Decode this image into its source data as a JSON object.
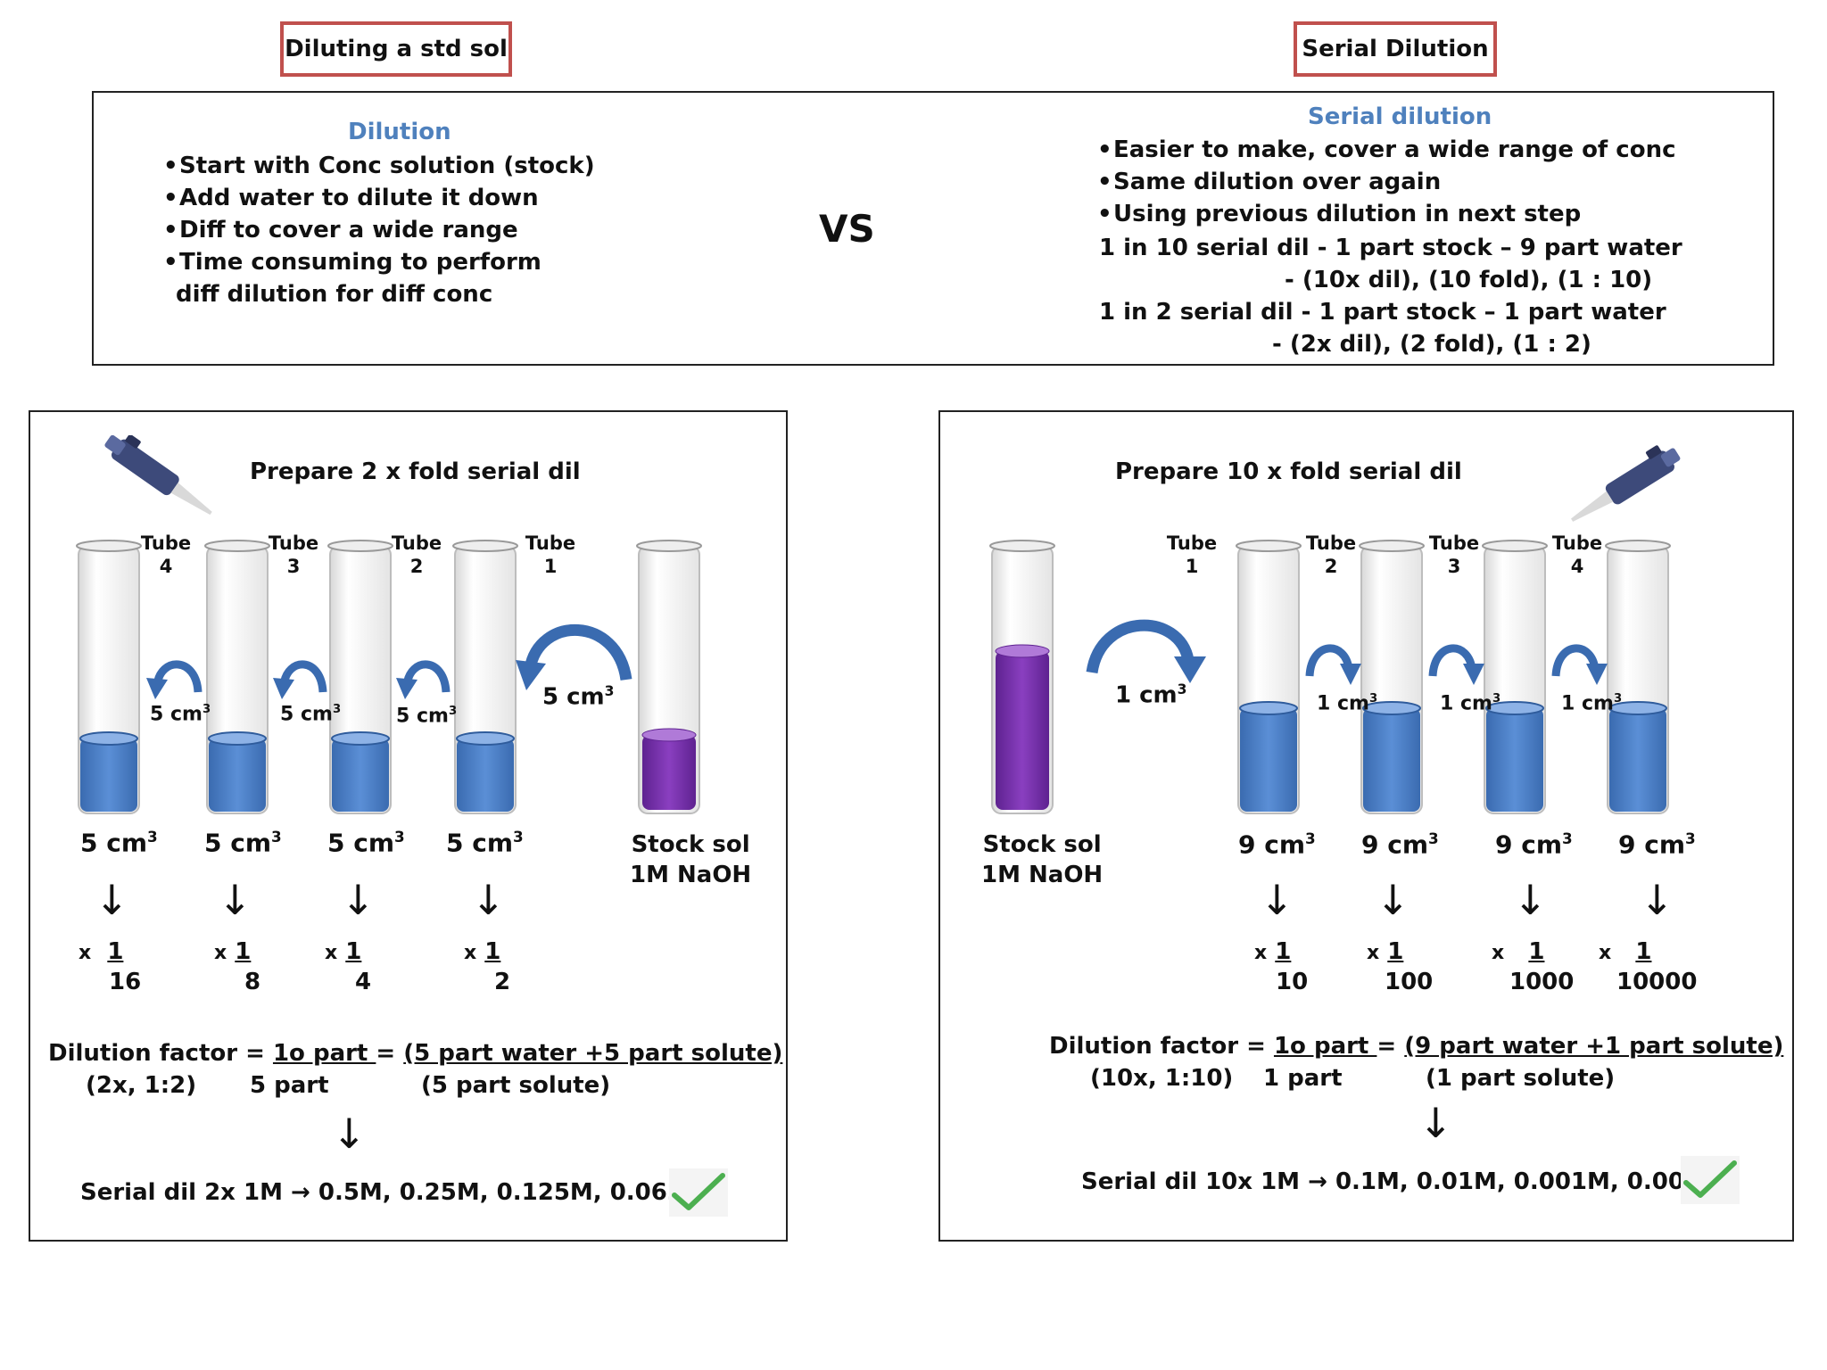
{
  "headers": {
    "left_box": "Diluting a std sol",
    "right_box": "Serial Dilution"
  },
  "compare": {
    "left": {
      "title": "Dilution",
      "bullets": [
        "Start with Conc solution (stock)",
        "Add water to dilute it down",
        "Diff to cover a wide range",
        "Time consuming to perform"
      ],
      "bullet_cont": "diff  dilution for diff conc"
    },
    "vs": "VS",
    "right": {
      "title": "Serial dilution",
      "bullets": [
        "Easier to make, cover a wide range of conc",
        "Same dilution over again",
        "Using previous dilution in next step"
      ],
      "line1": "1 in 10 serial dil -  1 part stock – 9 part water",
      "line2": "- (10x dil), (10 fold), (1 : 10)",
      "line3": "1 in 2 serial dil -  1 part stock – 1 part water",
      "line4": "-  (2x dil), (2 fold), (1 : 2)"
    }
  },
  "left_panel": {
    "title": "Prepare 2 x fold serial dil",
    "tube_word": "Tube",
    "tube_numbers": [
      "4",
      "3",
      "2",
      "1"
    ],
    "transfer_small": "5 cm",
    "transfer_big": "5 cm",
    "volumes": [
      "5 cm",
      "5 cm",
      "5 cm",
      "5 cm"
    ],
    "stock_line1": "Stock sol",
    "stock_line2": "1M NaOH",
    "fractions": [
      {
        "prefix": "x",
        "num": "1",
        "den": "16"
      },
      {
        "prefix": "x",
        "num": "1",
        "den": "8"
      },
      {
        "prefix": "x",
        "num": "1",
        "den": "4"
      },
      {
        "prefix": "x",
        "num": "1",
        "den": "2"
      }
    ],
    "df_label": "Dilution factor = ",
    "df_num1": "1o part ",
    "df_eq": " = ",
    "df_num2": "(5 part water +5 part solute)",
    "df_sub": "(2x, 1:2)",
    "df_den1": "5 part",
    "df_den2": "(5 part solute)",
    "result": "Serial dil 2x  1M → 0.5M, 0.25M, 0.125M, 0.0625M"
  },
  "right_panel": {
    "title": "Prepare 10 x fold serial dil",
    "tube_word": "Tube",
    "tube_numbers": [
      "1",
      "2",
      "3",
      "4"
    ],
    "transfer_big": "1 cm",
    "transfer_small": "1 cm",
    "volumes": [
      "9 cm",
      "9 cm",
      "9 cm",
      "9 cm"
    ],
    "stock_line1": "Stock sol",
    "stock_line2": "1M NaOH",
    "fractions": [
      {
        "prefix": "x",
        "num": "1",
        "den": "10"
      },
      {
        "prefix": "x",
        "num": "1",
        "den": "100"
      },
      {
        "prefix": "x",
        "num": "1",
        "den": "1000"
      },
      {
        "prefix": "x",
        "num": "1",
        "den": "10000"
      }
    ],
    "df_label": "Dilution factor = ",
    "df_num1": "1o part ",
    "df_eq": " = ",
    "df_num2": "(9 part water +1 part solute)",
    "df_sub": "(10x, 1:10)",
    "df_den1": "1 part",
    "df_den2": "(1 part solute)",
    "result": "Serial dil 10x  1M → 0.1M, 0.01M, 0.001M, 0.0001M"
  },
  "colors": {
    "red_border": "#c0504d",
    "blue_heading": "#4f81bd",
    "liquid_blue": "#4a7dc4",
    "liquid_purple": "#7030a0",
    "check_green": "#4caf50"
  }
}
